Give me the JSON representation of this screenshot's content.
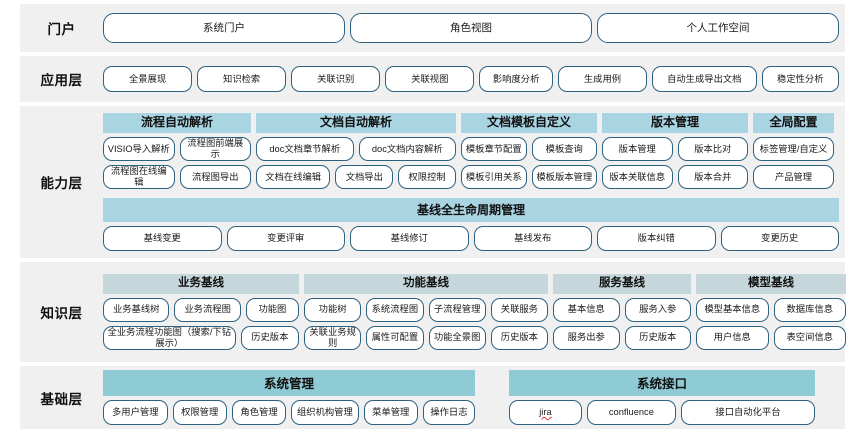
{
  "colors": {
    "band_bg": "#f0f0f0",
    "pill_border": "#2e6180",
    "cap_header": "#a9d4e2",
    "knowledge_header": "#c6d7dc",
    "base_header": "#8fcbd4",
    "page_bg": "#ffffff"
  },
  "layers": {
    "portal": {
      "label": "门户",
      "items": [
        "系统门户",
        "角色视图",
        "个人工作空间"
      ]
    },
    "application": {
      "label": "应用层",
      "items": [
        "全景展现",
        "知识检索",
        "关联识别",
        "关联视图",
        "影响度分析",
        "生成用例",
        "自动生成导出文档",
        "稳定性分析"
      ]
    },
    "capability": {
      "label": "能力层",
      "groups": [
        {
          "title": "流程自动解析",
          "row1": [
            "VISIO导入解析",
            "流程图前端展示"
          ],
          "row2": [
            "流程图在线编辑",
            "流程图导出"
          ]
        },
        {
          "title": "文档自动解析",
          "row1": [
            "doc文档章节解析",
            "doc文档内容解析"
          ],
          "row2": [
            "文档在线编辑",
            "文档导出",
            "权限控制"
          ]
        },
        {
          "title": "文档模板自定义",
          "row1": [
            "模板章节配置",
            "模板查询"
          ],
          "row2": [
            "模板引用关系",
            "模板版本管理"
          ]
        },
        {
          "title": "版本管理",
          "row1": [
            "版本管理",
            "版本比对"
          ],
          "row2": [
            "版本关联信息",
            "版本合并"
          ]
        },
        {
          "title": "全局配置",
          "row1": [
            "标签管理/自定义"
          ],
          "row2": [
            "产品管理"
          ]
        }
      ],
      "lifecycle": {
        "title": "基线全生命周期管理",
        "items": [
          "基线变更",
          "变更评审",
          "基线修订",
          "基线发布",
          "版本纠错",
          "变更历史"
        ]
      }
    },
    "knowledge": {
      "label": "知识层",
      "groups": [
        {
          "title": "业务基线",
          "row1": [
            "业务基线树",
            "业务流程图",
            "功能图"
          ],
          "row2": [
            "全业务流程功能图（搜索/下钻展示）",
            "历史版本"
          ]
        },
        {
          "title": "功能基线",
          "row1": [
            "功能树",
            "系统流程图",
            "子流程管理",
            "关联服务"
          ],
          "row2": [
            "关联业务规则",
            "属性可配置",
            "功能全景图",
            "历史版本"
          ]
        },
        {
          "title": "服务基线",
          "row1": [
            "基本信息",
            "服务入参"
          ],
          "row2": [
            "服务出参",
            "历史版本"
          ]
        },
        {
          "title": "模型基线",
          "row1": [
            "模型基本信息",
            "数据库信息"
          ],
          "row2": [
            "用户信息",
            "表空间信息"
          ]
        }
      ]
    },
    "foundation": {
      "label": "基础层",
      "columns": [
        {
          "title": "系统管理",
          "items": [
            "多用户管理",
            "权限管理",
            "角色管理",
            "组织机构管理",
            "菜单管理",
            "操作日志"
          ]
        },
        {
          "title": "系统接口",
          "items": [
            "jira",
            "confluence",
            "接口自动化平台"
          ]
        }
      ]
    }
  }
}
